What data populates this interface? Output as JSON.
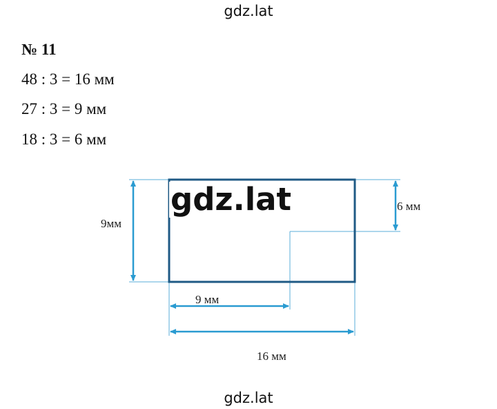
{
  "watermark": "gdz.lat",
  "task": {
    "number": "№ 11",
    "lines": [
      "48 : 3 = 16 мм",
      "27 : 3 = 9 мм",
      "18 : 3 = 6 мм"
    ]
  },
  "figure": {
    "label_height_big": "9мм",
    "label_height_small": "6 мм",
    "label_width_small": "9 мм",
    "label_width_big": "16 мм",
    "colors": {
      "rect": "#1f5a85",
      "arrow": "#2a9bd1",
      "guide": "#5aaed8"
    }
  }
}
